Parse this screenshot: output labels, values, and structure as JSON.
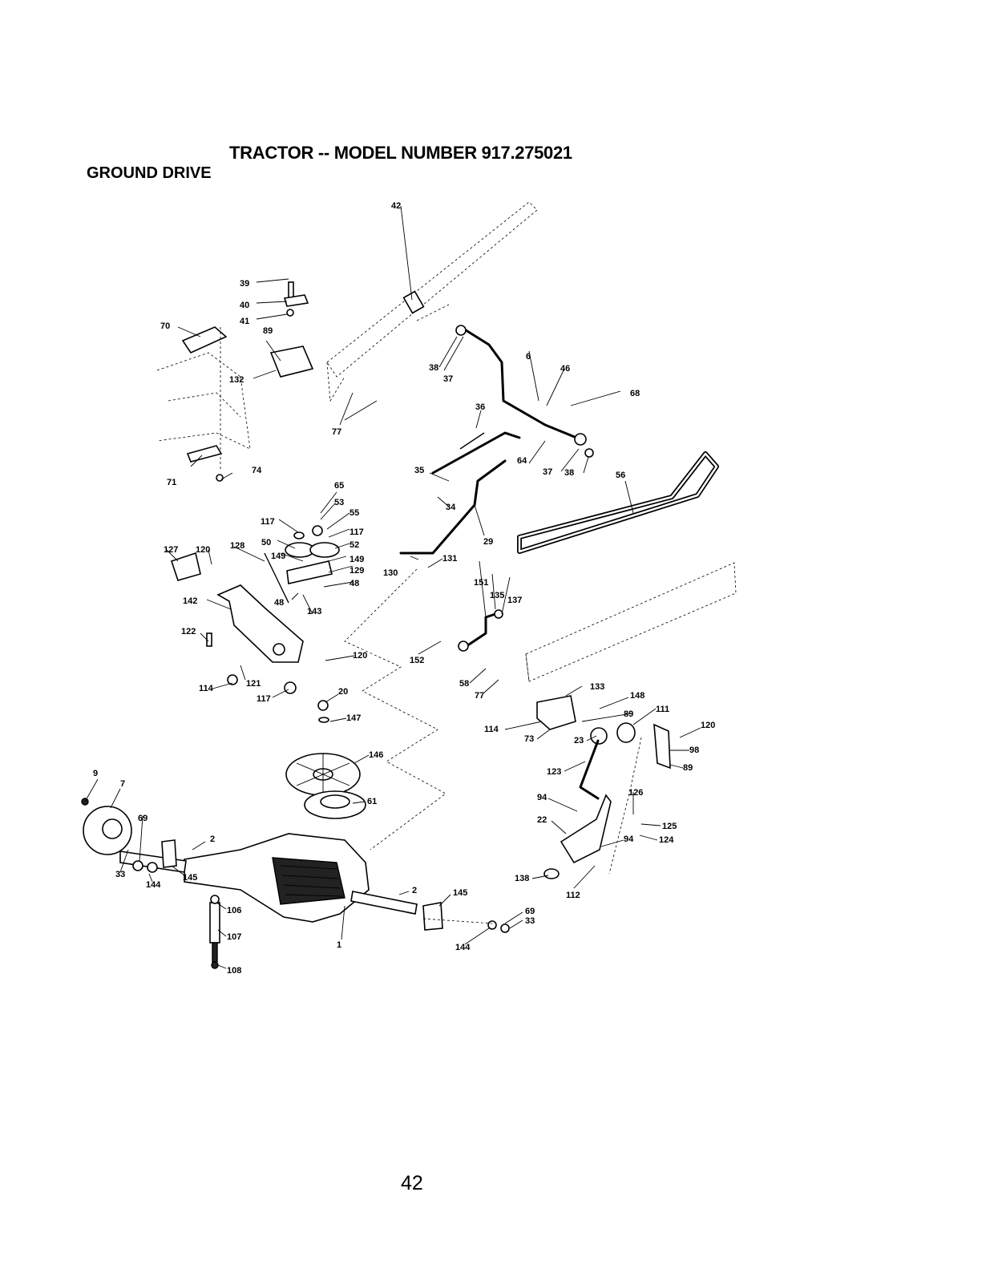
{
  "header": {
    "model_title": "TRACTOR -- MODEL NUMBER 917.275021",
    "section_title": "GROUND DRIVE"
  },
  "footer": {
    "page_number": "42"
  },
  "diagram": {
    "callouts": [
      "39",
      "40",
      "41",
      "42",
      "70",
      "89",
      "132",
      "77",
      "38",
      "37",
      "6",
      "46",
      "68",
      "36",
      "35",
      "34",
      "64",
      "37",
      "38",
      "56",
      "29",
      "71",
      "74",
      "65",
      "53",
      "55",
      "117",
      "117",
      "50",
      "52",
      "128",
      "149",
      "149",
      "129",
      "48",
      "48",
      "127",
      "120",
      "142",
      "143",
      "122",
      "120",
      "114",
      "121",
      "117",
      "130",
      "131",
      "151",
      "135",
      "137",
      "152",
      "58",
      "77",
      "133",
      "148",
      "89",
      "111",
      "120",
      "114",
      "73",
      "23",
      "98",
      "89",
      "20",
      "147",
      "146",
      "61",
      "123",
      "94",
      "126",
      "22",
      "94",
      "125",
      "124",
      "9",
      "7",
      "69",
      "2",
      "33",
      "144",
      "145",
      "2",
      "145",
      "69",
      "33",
      "144",
      "106",
      "107",
      "108",
      "1",
      "138",
      "112"
    ]
  }
}
